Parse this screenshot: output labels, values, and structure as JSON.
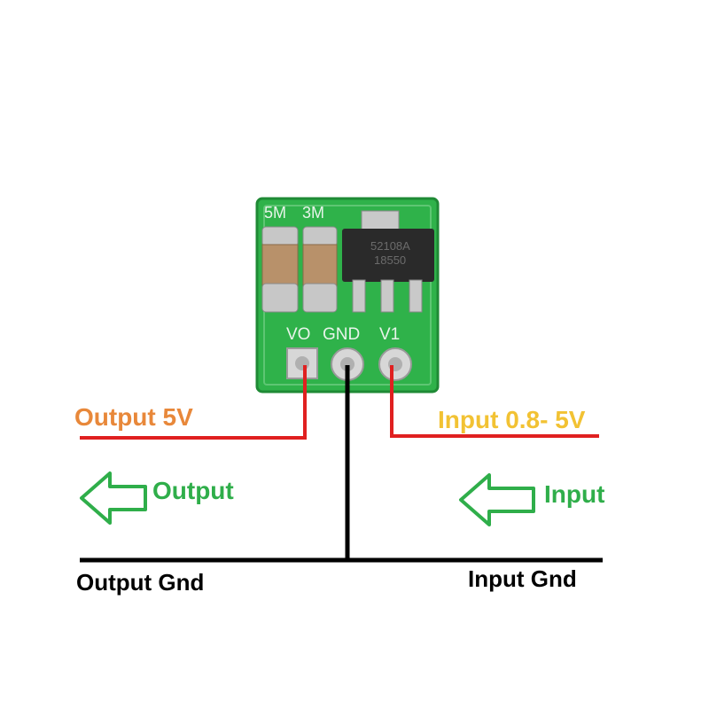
{
  "board": {
    "silk_top": [
      "5M",
      "3M"
    ],
    "pins": [
      "VO",
      "GND",
      "V1"
    ],
    "chip_marking": [
      "52108A",
      "18550"
    ],
    "colors": {
      "pcb": "#2fb24a",
      "pcb_edge": "#1f8a35",
      "chip": "#2a2a2a",
      "silk": "#e8f4ea"
    }
  },
  "labels": {
    "output_voltage": "Output 5V",
    "input_voltage": "Input 0.8- 5V",
    "output_arrow": "Output",
    "input_arrow": "Input",
    "output_gnd": "Output Gnd",
    "input_gnd": "Input Gnd"
  },
  "colors": {
    "output_voltage": "#e8883a",
    "input_voltage": "#f2c233",
    "arrow_green": "#2fae4a",
    "wire_red": "#e02020",
    "wire_black": "#000000"
  },
  "icons": {
    "output_arrow": "arrow-left-outline-icon",
    "input_arrow": "arrow-left-outline-icon"
  }
}
